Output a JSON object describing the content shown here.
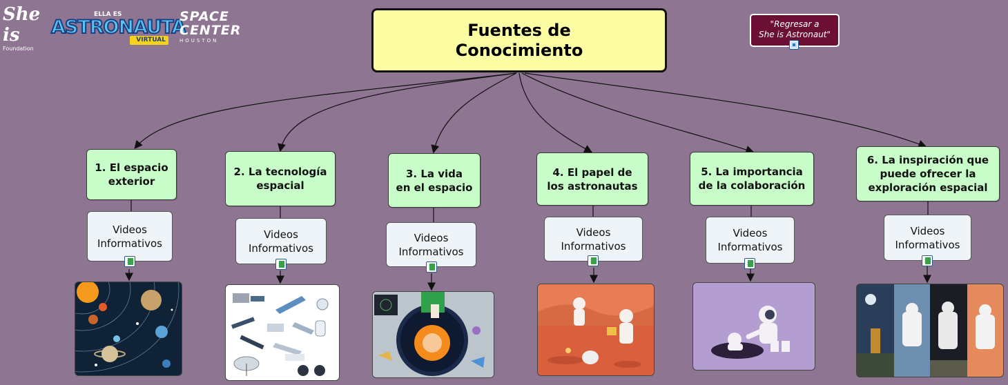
{
  "logos": {
    "she_is": {
      "main": "She is",
      "sub": "Foundation"
    },
    "astronauta": {
      "top": "ELLA ES",
      "name": "ASTRONAUTA",
      "badge": "VIRTUAL"
    },
    "space_center": {
      "line1": "SPACE",
      "line2": "CENTER",
      "line3": "HOUSTON"
    }
  },
  "root": {
    "line1": "Fuentes de",
    "line2": "Conocimiento"
  },
  "back_link": {
    "line1": "\"Regresar a",
    "line2": "She is Astronaut\""
  },
  "topics": [
    {
      "lines": [
        "1. El espacio",
        "exterior"
      ],
      "video": [
        "Videos",
        "Informativos"
      ],
      "image": "solar-system"
    },
    {
      "lines": [
        "2. La tecnología",
        "espacial"
      ],
      "video": [
        "Videos",
        "Informativos"
      ],
      "image": "space-technology"
    },
    {
      "lines": [
        "3. La vida",
        "en el espacio"
      ],
      "video": [
        "Videos",
        "Informativos"
      ],
      "image": "life-in-space"
    },
    {
      "lines": [
        "4. El papel de",
        "los astronautas"
      ],
      "video": [
        "Videos",
        "Informativos"
      ],
      "image": "astronauts-mars"
    },
    {
      "lines": [
        "5. La importancia",
        "de la colaboración"
      ],
      "video": [
        "Videos",
        "Informativos"
      ],
      "image": "astronaut-collaboration"
    },
    {
      "lines": [
        "6. La inspiración que",
        "puede ofrecer la",
        "exploración espacial"
      ],
      "video": [
        "Videos",
        "Informativos"
      ],
      "image": "exploration-inspiration"
    }
  ],
  "colors": {
    "background": "#8e7591",
    "root_fill": "#fdfda3",
    "topic_fill": "#c8fcc8",
    "video_fill": "#eef4f8",
    "back_button": "#6b0f35"
  }
}
